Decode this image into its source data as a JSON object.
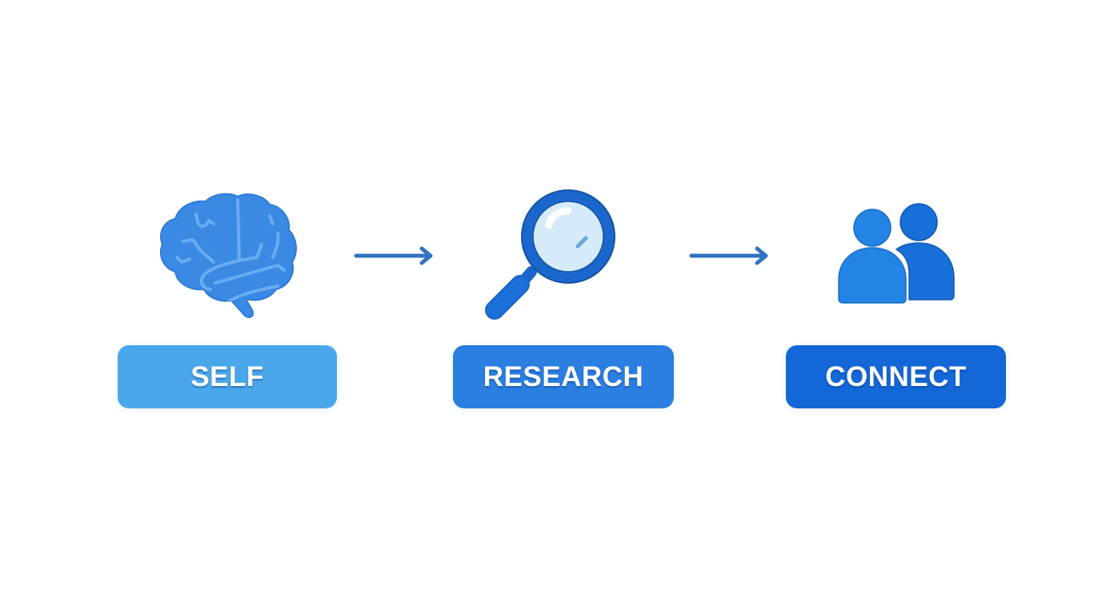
{
  "diagram": {
    "type": "process-flow",
    "direction": "left-to-right",
    "steps": [
      {
        "id": "self",
        "label": "SELF",
        "icon": "brain-icon",
        "color": "#4aa8ea",
        "icon_color": "#3a8ae4"
      },
      {
        "id": "research",
        "label": "RESEARCH",
        "icon": "magnifying-glass-icon",
        "color": "#2a7fe0",
        "icon_color": "#1a66cc",
        "lens_color": "#d6ebfa"
      },
      {
        "id": "connect",
        "label": "CONNECT",
        "icon": "people-icon",
        "color": "#1367d6",
        "icon_color": "#2384e6",
        "icon_color_back": "#176fd8"
      }
    ],
    "connectors": [
      {
        "from": "self",
        "to": "research",
        "icon": "arrow-right-icon",
        "color": "#2f74c0"
      },
      {
        "from": "research",
        "to": "connect",
        "icon": "arrow-right-icon",
        "color": "#2f74c0"
      }
    ]
  },
  "background": "#ffffff"
}
